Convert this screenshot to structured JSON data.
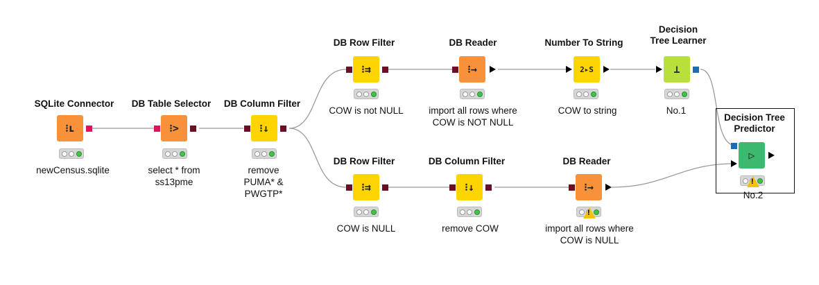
{
  "nodes": {
    "sqlite_connector": {
      "title": "SQLite Connector",
      "desc": [
        "newCensus.sqlite"
      ]
    },
    "db_table_selector": {
      "title": "DB Table Selector",
      "desc": [
        "select * from",
        "ss13pme"
      ]
    },
    "db_column_filter_1": {
      "title": "DB Column Filter",
      "desc": [
        "remove",
        "PUMA* &",
        "PWGTP*"
      ]
    },
    "db_row_filter_top": {
      "title": "DB Row Filter",
      "desc": [
        "COW is not NULL"
      ]
    },
    "db_reader_top": {
      "title": "DB Reader",
      "desc": [
        "import all rows where",
        "COW is NOT NULL"
      ]
    },
    "number_to_string": {
      "title": "Number To String",
      "desc": [
        "COW to string"
      ],
      "glyph": "2▸S"
    },
    "decision_tree_learner": {
      "title": [
        "Decision",
        "Tree Learner"
      ],
      "desc": [
        "No.1"
      ]
    },
    "decision_tree_predictor": {
      "title": [
        "Decision Tree",
        "Predictor"
      ],
      "desc": [
        "No.2"
      ]
    },
    "db_row_filter_bottom": {
      "title": "DB Row Filter",
      "desc": [
        "COW is NULL"
      ]
    },
    "db_column_filter_2": {
      "title": "DB Column Filter",
      "desc": [
        "remove COW"
      ]
    },
    "db_reader_bottom": {
      "title": "DB Reader",
      "desc": [
        "import all rows where",
        "COW is NULL"
      ]
    }
  },
  "icons": {
    "warning": "!",
    "node_icons": [
      "database-connector-icon",
      "table-selector-icon",
      "column-filter-icon",
      "row-filter-icon",
      "db-reader-icon",
      "number-to-string-icon",
      "tree-learner-icon",
      "tree-predictor-icon"
    ]
  },
  "colors": {
    "orange_node": "#f7923a",
    "yellow_node": "#ffd400",
    "lime_node": "#b9e03a",
    "green_node": "#3cb96e",
    "db_port": "#6b0f24",
    "connection_port": "#e0125b",
    "model_port": "#1f6cb3"
  }
}
